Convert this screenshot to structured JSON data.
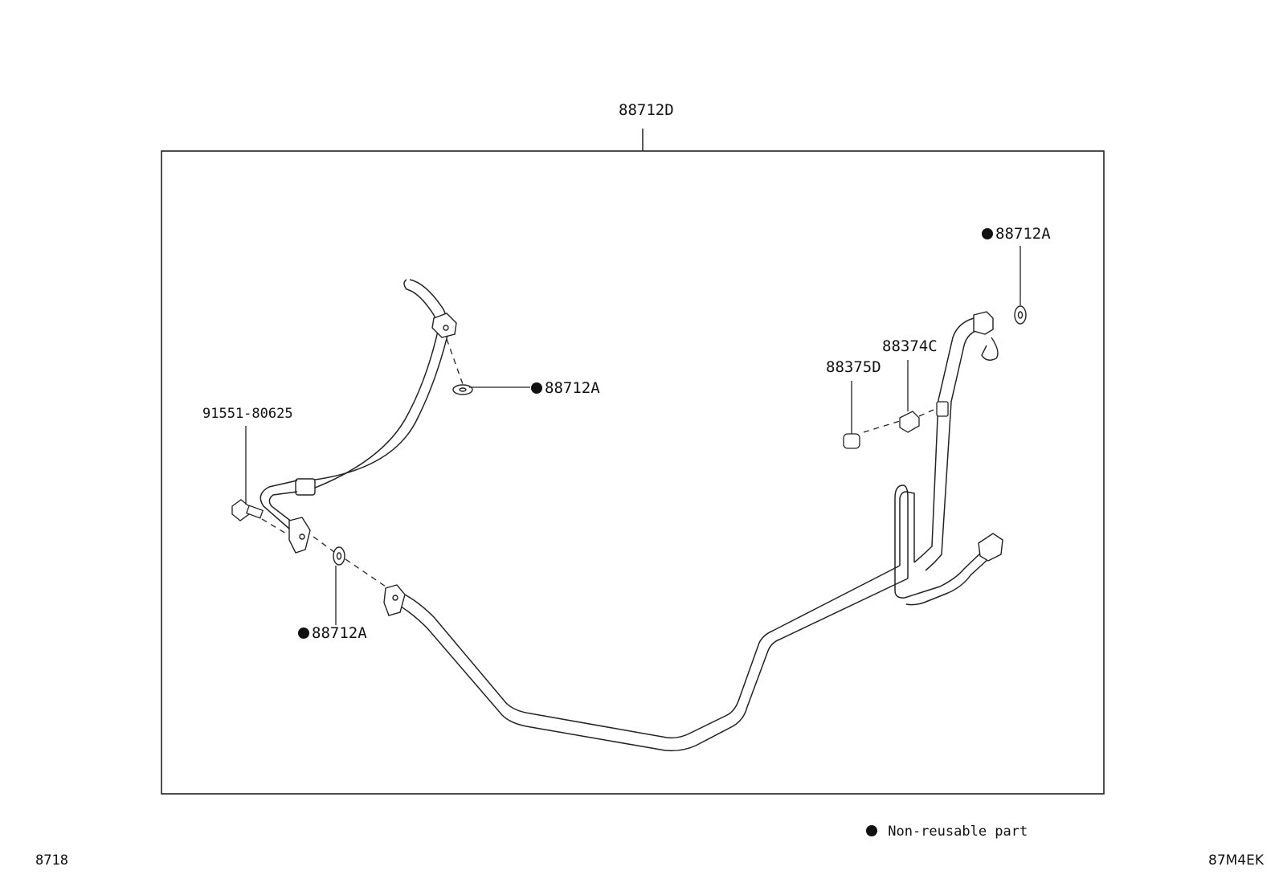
{
  "assembly_label": "88712D",
  "labels": {
    "washer_top_right": "88712A",
    "washer_mid_left": "88712A",
    "washer_bottom_left": "88712A",
    "bolt": "91551-80625",
    "valve_core": "88374C",
    "cap": "88375D"
  },
  "legend": {
    "text": "Non-reusable part"
  },
  "footer": {
    "left_code": "8718",
    "right_code": "87M4EK"
  }
}
